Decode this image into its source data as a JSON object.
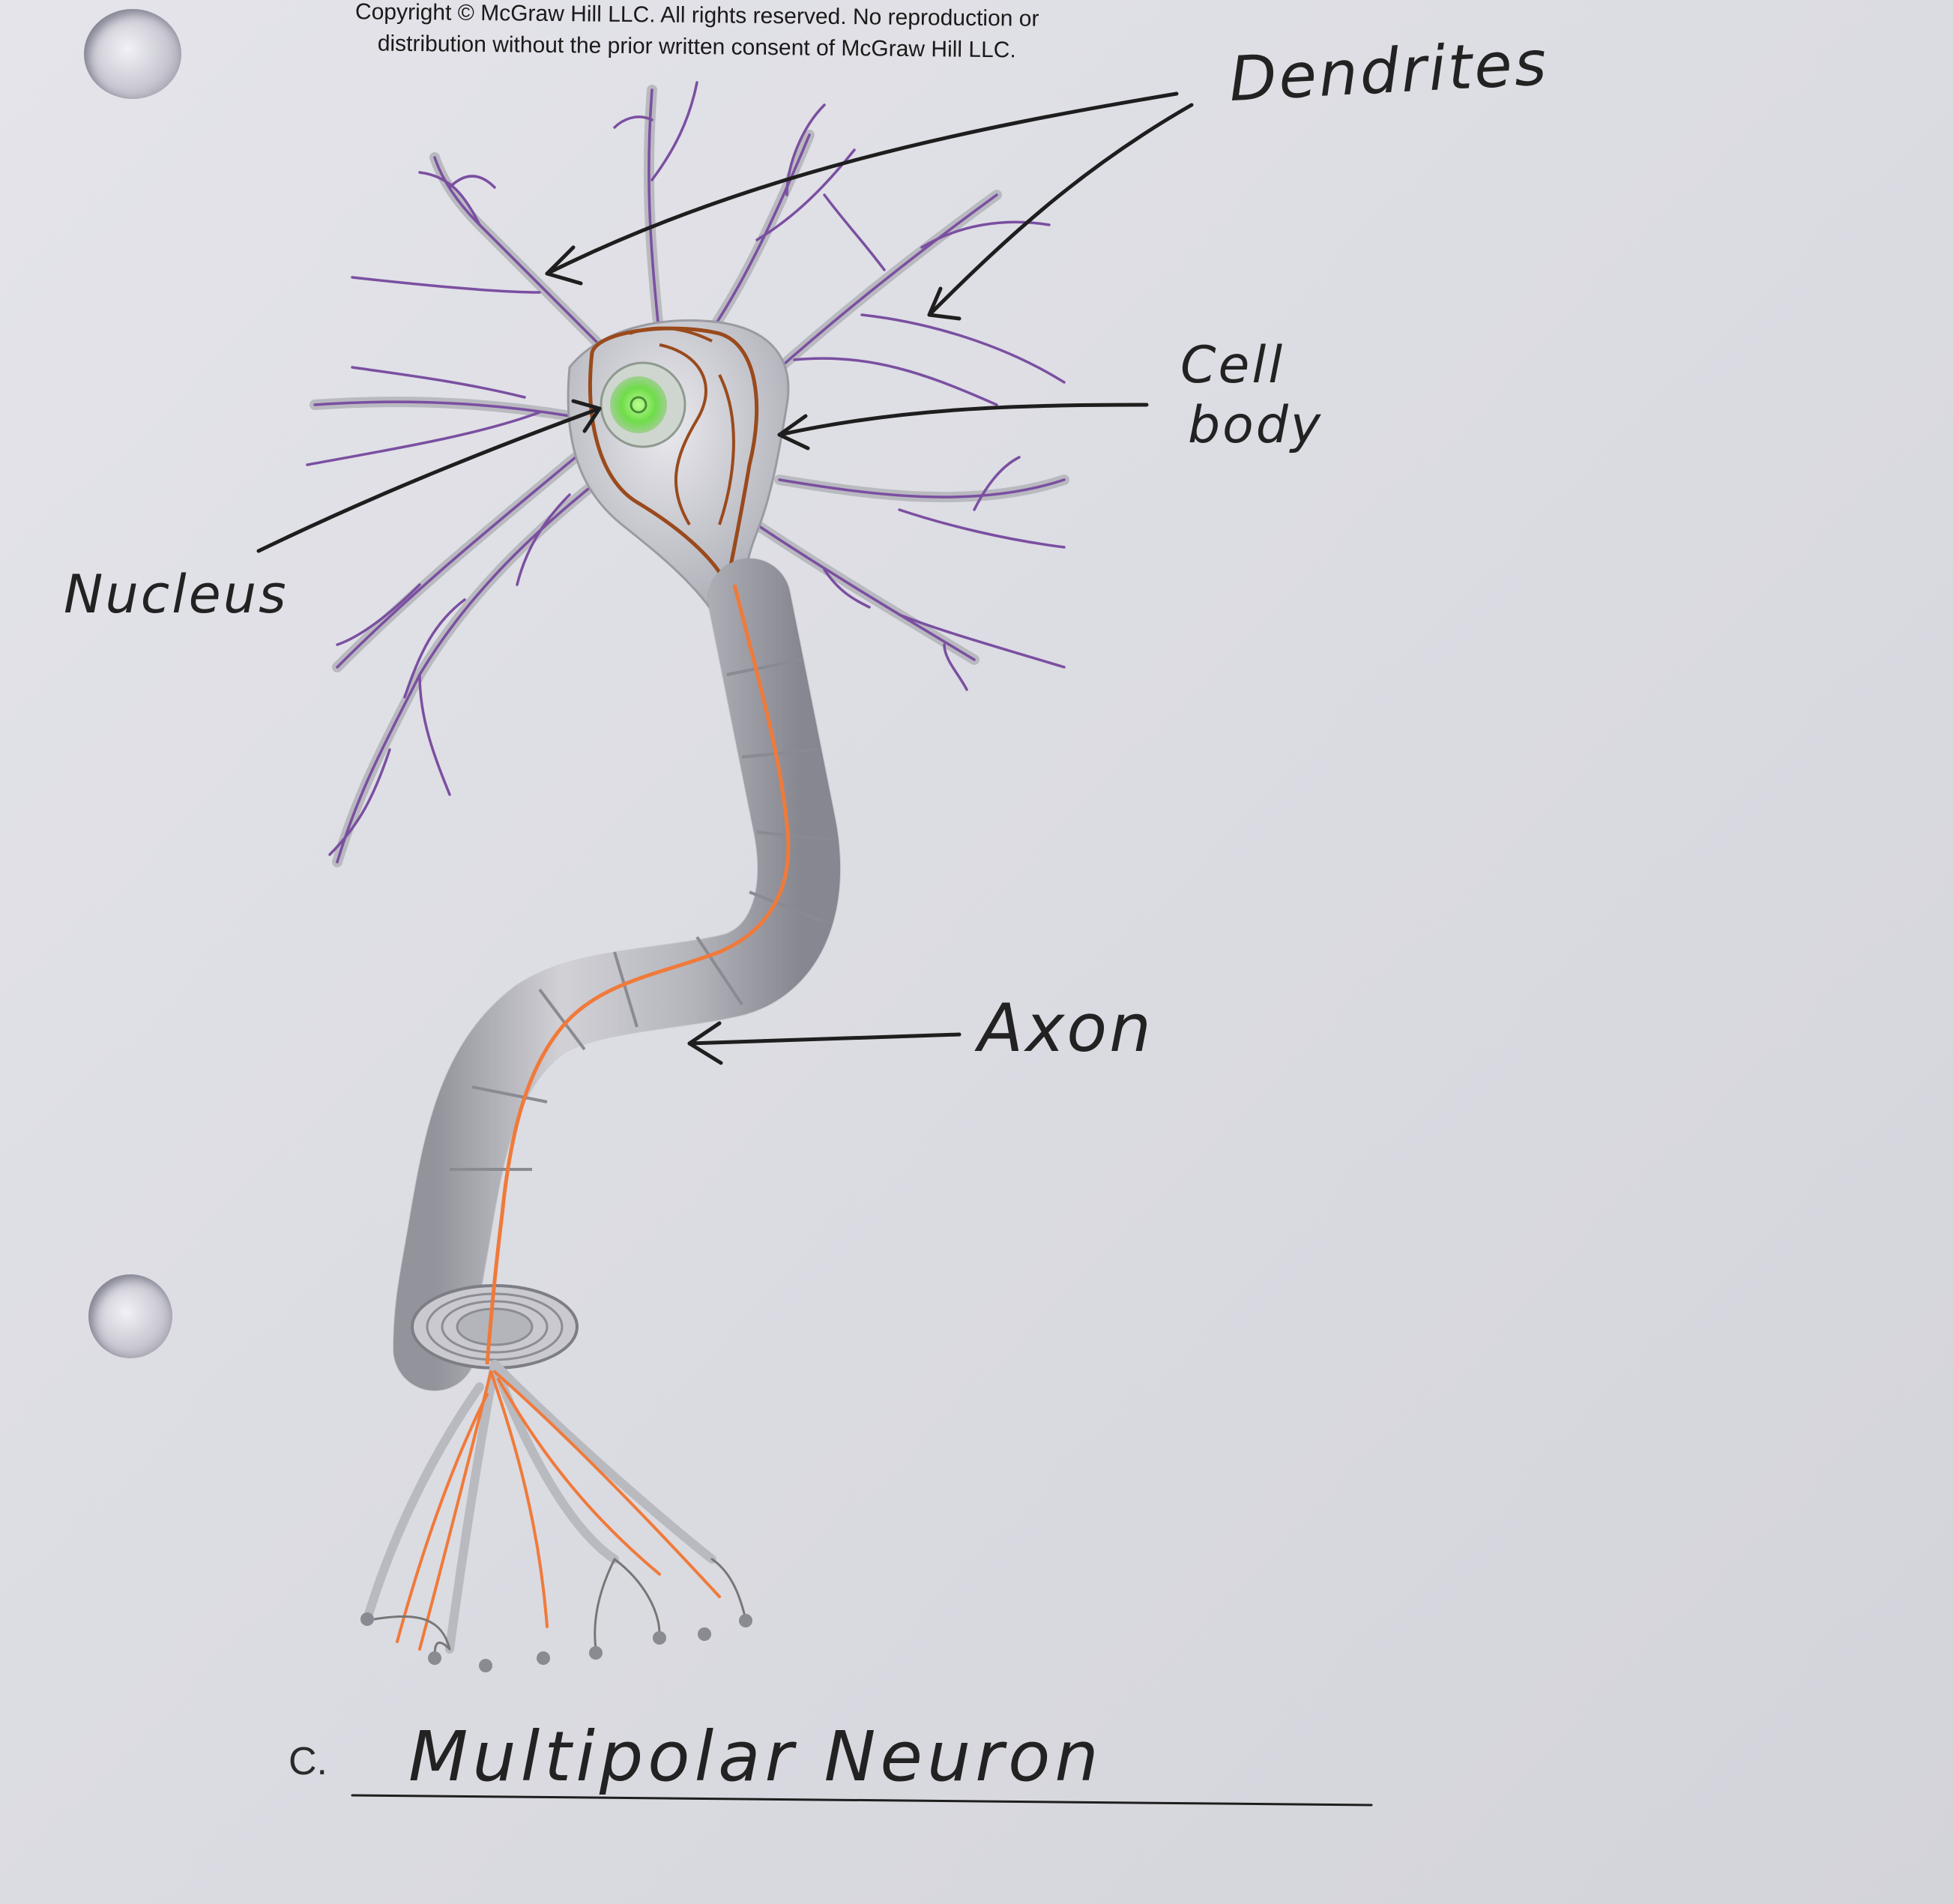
{
  "copyright": {
    "line1": "Copyright © McGraw Hill LLC. All rights reserved. No reproduction or",
    "line2": "distribution without the prior written consent of McGraw Hill LLC."
  },
  "labels": {
    "dendrites": "Dendrites",
    "cell_body_line1": "Cell",
    "cell_body_line2": "body",
    "nucleus": "Nucleus",
    "axon": "Axon"
  },
  "caption": {
    "letter": "C.",
    "answer": "Multipolar Neuron"
  },
  "colors": {
    "dendrite_ink": "#7a4fa0",
    "axon_ink": "#f07a3a",
    "soma_outline_ink": "#9a4a1c",
    "nucleus_highlight": "#6fdc4a",
    "pen_ink": "#1e1e1e"
  }
}
